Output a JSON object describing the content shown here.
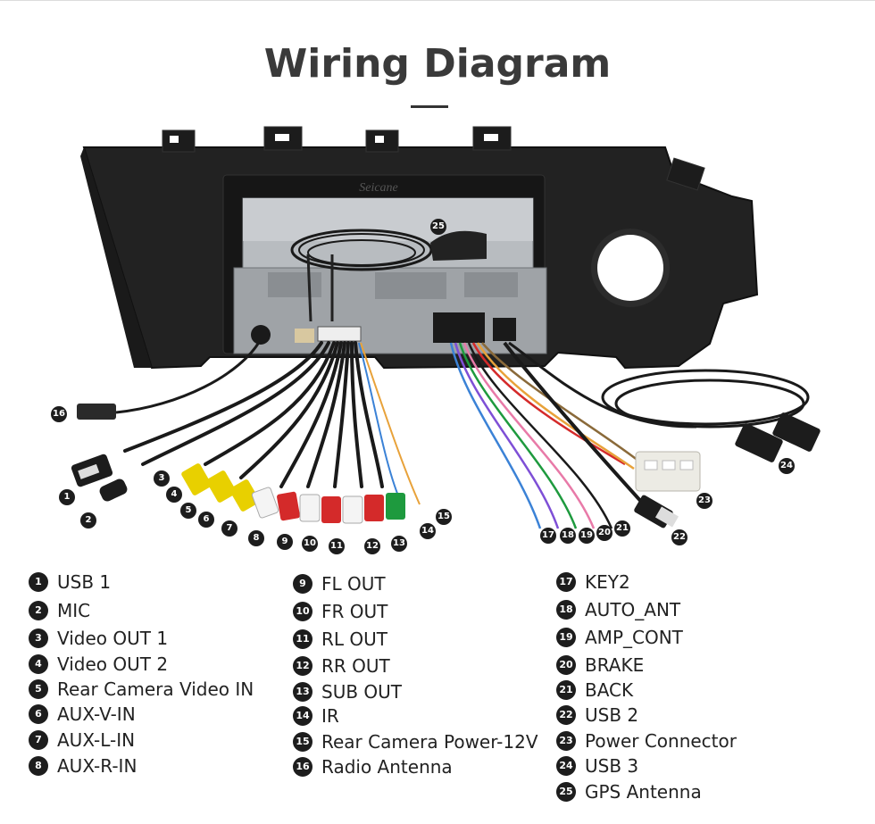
{
  "title": "Wiring Diagram",
  "head_unit_brand": "Seicane",
  "legend": [
    {
      "n": "1",
      "label": "USB 1"
    },
    {
      "n": "2",
      "label": "MIC"
    },
    {
      "n": "3",
      "label": "Video OUT 1"
    },
    {
      "n": "4",
      "label": "Video OUT 2"
    },
    {
      "n": "5",
      "label": "Rear Camera Video IN"
    },
    {
      "n": "6",
      "label": "AUX-V-IN"
    },
    {
      "n": "7",
      "label": "AUX-L-IN"
    },
    {
      "n": "8",
      "label": "AUX-R-IN"
    },
    {
      "n": "9",
      "label": "FL OUT"
    },
    {
      "n": "10",
      "label": "FR OUT"
    },
    {
      "n": "11",
      "label": "RL OUT"
    },
    {
      "n": "12",
      "label": "RR OUT"
    },
    {
      "n": "13",
      "label": "SUB OUT"
    },
    {
      "n": "14",
      "label": "IR"
    },
    {
      "n": "15",
      "label": "Rear Camera Power-12V"
    },
    {
      "n": "16",
      "label": "Radio Antenna"
    },
    {
      "n": "17",
      "label": "KEY2"
    },
    {
      "n": "18",
      "label": "AUTO_ANT"
    },
    {
      "n": "19",
      "label": "AMP_CONT"
    },
    {
      "n": "20",
      "label": "BRAKE"
    },
    {
      "n": "21",
      "label": "BACK"
    },
    {
      "n": "22",
      "label": "USB 2"
    },
    {
      "n": "23",
      "label": "Power Connector"
    },
    {
      "n": "24",
      "label": "USB 3"
    },
    {
      "n": "25",
      "label": "GPS Antenna"
    }
  ]
}
